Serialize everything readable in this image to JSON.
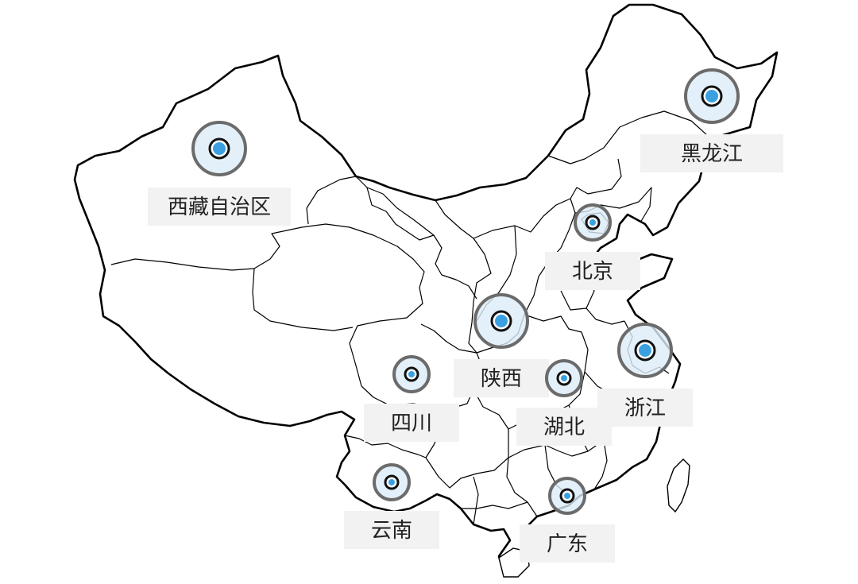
{
  "map": {
    "marker_colors": {
      "halo_fill": "#dcecf8",
      "halo_stroke": "#6b6b6b",
      "ring_stroke": "#111111",
      "dot_fill": "#3aa0e0"
    },
    "markers": [
      {
        "id": "xizang",
        "label": "西藏自治区",
        "size": "large"
      },
      {
        "id": "heilongjiang",
        "label": "黑龙江",
        "size": "large"
      },
      {
        "id": "beijing",
        "label": "北京",
        "size": "small"
      },
      {
        "id": "shaanxi",
        "label": "陕西",
        "size": "large"
      },
      {
        "id": "zhejiang",
        "label": "浙江",
        "size": "large"
      },
      {
        "id": "sichuan",
        "label": "四川",
        "size": "small"
      },
      {
        "id": "hubei",
        "label": "湖北",
        "size": "small"
      },
      {
        "id": "yunnan",
        "label": "云南",
        "size": "small"
      },
      {
        "id": "guangdong",
        "label": "广东",
        "size": "small"
      }
    ]
  }
}
